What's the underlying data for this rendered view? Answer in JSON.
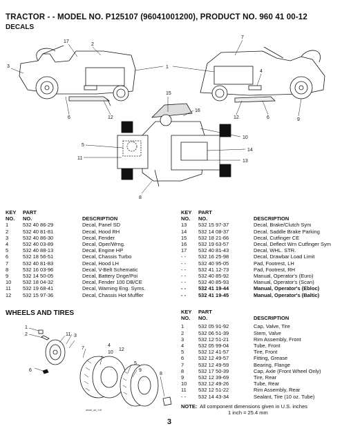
{
  "header": {
    "title": "TRACTOR - - MODEL NO. P125107 (96041001200), PRODUCT NO. 960 41 00-12",
    "subtitle": "DECALS"
  },
  "decals_figure": {
    "callouts": [
      "17",
      "2",
      "7",
      "3",
      "1",
      "4",
      "6",
      "12",
      "12",
      "6",
      "9",
      "15",
      "16",
      "10",
      "5",
      "14",
      "11",
      "13",
      "8"
    ]
  },
  "decals_table": {
    "headers": {
      "key1": "KEY",
      "key2": "NO.",
      "part1": "PART",
      "part2": "NO.",
      "desc": "DESCRIPTION"
    },
    "left": [
      {
        "key": "1",
        "part": "532 40 86-29",
        "desc": "Decal, Panel SD"
      },
      {
        "key": "2",
        "part": "532 40 81-81",
        "desc": "Decal, Hood RH"
      },
      {
        "key": "3",
        "part": "532 40 86-30",
        "desc": "Decal, Fender"
      },
      {
        "key": "4",
        "part": "532 40 03-89",
        "desc": "Decal, Oper/Wrng."
      },
      {
        "key": "5",
        "part": "532 40 88-13",
        "desc": "Decal, Engine HP"
      },
      {
        "key": "6",
        "part": "532 18 56-51",
        "desc": "Decal, Chassis Turbo"
      },
      {
        "key": "7",
        "part": "532 40 81-83",
        "desc": "Decal, Hood LH"
      },
      {
        "key": "8",
        "part": "532 16 03-96",
        "desc": "Decal, V-Belt Schematic"
      },
      {
        "key": "9",
        "part": "532 14 50-05",
        "desc": "Decal, Battery Dnge/Poi"
      },
      {
        "key": "10",
        "part": "532 18 04-32",
        "desc": "Decal, Fender 100 DB/CE"
      },
      {
        "key": "11",
        "part": "532 19 68-41",
        "desc": "Decal, Warning Eng. Syms."
      },
      {
        "key": "12",
        "part": "532 15 97-36",
        "desc": "Decal, Chassis Hot Muffler"
      }
    ],
    "right": [
      {
        "key": "13",
        "part": "532 15 97-37",
        "desc": "Decal, Brake/Clutch Sym",
        "bold": false
      },
      {
        "key": "14",
        "part": "532 14 08-37",
        "desc": "Decal, Saddle Brake Parking",
        "bold": false
      },
      {
        "key": "15",
        "part": "532 18 21-66",
        "desc": "Decal, Cutfinger CE",
        "bold": false
      },
      {
        "key": "16",
        "part": "532 19 63-57",
        "desc": "Decal, Deflect Wrn Cutfinger Sym",
        "bold": false
      },
      {
        "key": "17",
        "part": "532 40 81-43",
        "desc": "Decal, WHL. STR.",
        "bold": false
      },
      {
        "key": "- -",
        "part": "532 16 25-98",
        "desc": "Decal, Drawbar Load Limit",
        "bold": false
      },
      {
        "key": "- -",
        "part": "532 40 95-05",
        "desc": "Pad, Footrest, LH",
        "bold": false
      },
      {
        "key": "- -",
        "part": "532 41 12-73",
        "desc": "Pad, Footrest, RH",
        "bold": false
      },
      {
        "key": "- -",
        "part": "532 40 85-92",
        "desc": "Manual, Operator's (Euro)",
        "bold": false
      },
      {
        "key": "- -",
        "part": "532 40 85-93",
        "desc": "Manual, Operator's (Scan)",
        "bold": false
      },
      {
        "key": "- -",
        "part": "532 41 19-44",
        "desc": "Manual, Operator's (Ebloc)",
        "bold": true
      },
      {
        "key": "- -",
        "part": "532 41 19-45",
        "desc": "Manual, Operator's (Baltic)",
        "bold": true
      }
    ]
  },
  "wheels_section": {
    "title": "WHEELS AND TIRES",
    "callouts": [
      "1",
      "2",
      "11",
      "3",
      "7",
      "4",
      "10",
      "5",
      "9",
      "8",
      "6",
      "12"
    ],
    "image_caption": "wheel_art_1.tif",
    "table": [
      {
        "key": "1",
        "part": "532 05 91-92",
        "desc": "Cap, Valve, Tire"
      },
      {
        "key": "2",
        "part": "532 06 51-39",
        "desc": "Stem, Valve"
      },
      {
        "key": "3",
        "part": "532 12 51-21",
        "desc": "Rim Assembly, Front"
      },
      {
        "key": "4",
        "part": "532 05 99-04",
        "desc": "Tube, Front"
      },
      {
        "key": "5",
        "part": "532 12 41-57",
        "desc": "Tire, Front"
      },
      {
        "key": "6",
        "part": "532 12 49-57",
        "desc": "Fitting, Grease"
      },
      {
        "key": "7",
        "part": "532 12 49-59",
        "desc": "Bearing, Flange"
      },
      {
        "key": "8",
        "part": "532 17 50-39",
        "desc": "Cap, Axle (Front Wheel Only)"
      },
      {
        "key": "9",
        "part": "532 12 39-69",
        "desc": "Tire, Rear"
      },
      {
        "key": "10",
        "part": "532 12 49-26",
        "desc": "Tube, Rear"
      },
      {
        "key": "11",
        "part": "532 12 51-22",
        "desc": "Rim Assembly, Rear"
      },
      {
        "key": "- -",
        "part": "532 14 43-34",
        "desc": "Sealant, Tire (10 oz. Tube)"
      }
    ]
  },
  "note": {
    "label": "NOTE:",
    "line1": "All component dimensions given in U.S. inches",
    "line2": "1 inch = 25.4 mm"
  },
  "page_number": "3"
}
